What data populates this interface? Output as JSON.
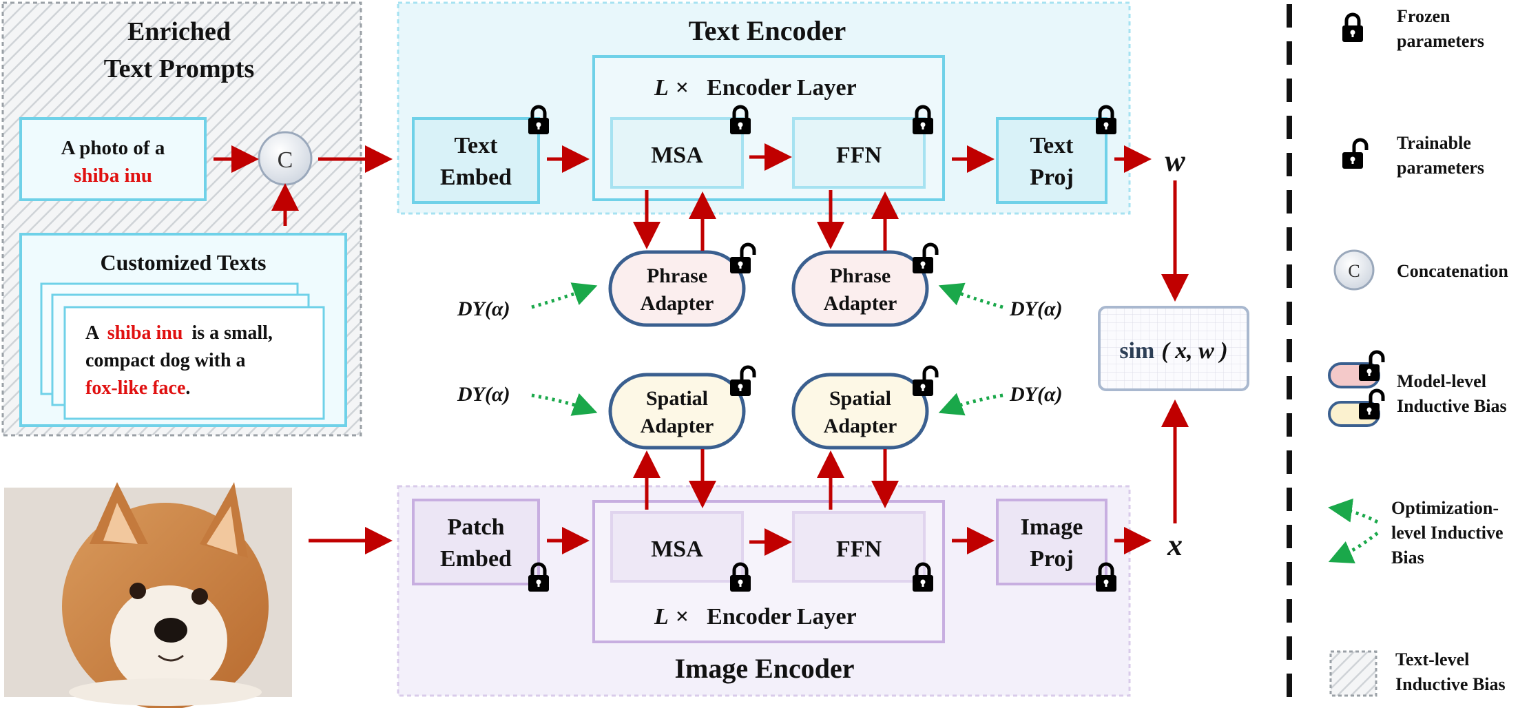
{
  "left_panel": {
    "title_line1": "Enriched",
    "title_line2": "Text Prompts",
    "prompt_line1": "A photo of a",
    "prompt_highlight": "shiba inu",
    "concat_symbol": "C",
    "custom_title": "Customized Texts",
    "custom_line1_pre": "A",
    "custom_line1_highlight": "shiba inu",
    "custom_line1_post": "is a small,",
    "custom_line2": "compact dog with a",
    "custom_line3_highlight": "fox-like face",
    "custom_line3_post": "."
  },
  "text_encoder": {
    "title": "Text Encoder",
    "embed_line1": "Text",
    "embed_line2": "Embed",
    "layer_repeat": "L",
    "layer_times": "×",
    "layer_label": "Encoder Layer",
    "msa": "MSA",
    "ffn": "FFN",
    "proj_line1": "Text",
    "proj_line2": "Proj",
    "output_symbol": "w"
  },
  "image_encoder": {
    "title": "Image Encoder",
    "embed_line1": "Patch",
    "embed_line2": "Embed",
    "layer_repeat": "L",
    "layer_times": "×",
    "layer_label": "Encoder Layer",
    "msa": "MSA",
    "ffn": "FFN",
    "proj_line1": "Image",
    "proj_line2": "Proj",
    "output_symbol": "x"
  },
  "adapters": {
    "phrase_line1": "Phrase",
    "phrase_line2": "Adapter",
    "spatial_line1": "Spatial",
    "spatial_line2": "Adapter",
    "dy_label": "DY(α)"
  },
  "similarity": {
    "fn": "sim",
    "args": "( x, w )"
  },
  "legend": {
    "frozen_line1": "Frozen",
    "frozen_line2": "parameters",
    "trainable_line1": "Trainable",
    "trainable_line2": "parameters",
    "concat": "Concatenation",
    "model_line1": "Model-level",
    "model_line2": "Inductive Bias",
    "opt_line1": "Optimization-",
    "opt_line2": "level Inductive",
    "opt_line3": "Bias",
    "text_level_line1": "Text-level",
    "text_level_line2": "Inductive Bias"
  },
  "colors": {
    "red_arrow": "#c00000",
    "green_dotted": "#1aa84a",
    "text_encoder_bg": "#e8f7fb",
    "image_encoder_bg": "#f3f0fa",
    "cyan_border": "#6fd1e8",
    "purple_border": "#c7aee0",
    "adapter_border": "#3a5f8f",
    "phrase_fill": "#fbeeee",
    "spatial_fill": "#fdf8e6",
    "highlight_red": "#e01010"
  }
}
